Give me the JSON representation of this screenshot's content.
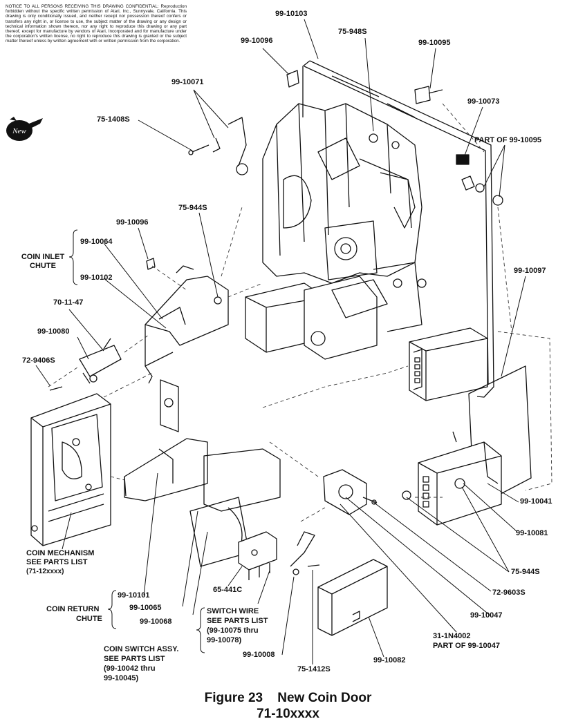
{
  "notice": "NOTICE TO ALL PERSONS RECEIVING THIS DRAWING CONFIDENTIAL: Reproduction forbidden without the specific written permission of Atari, Inc., Sunnyvale, California. This drawing is only conditionally issued, and neither receipt nor possession thereof confers or transfers any right in, or license to use, the subject matter of the drawing or any design or technical information shown thereon, nor any right to reproduce this drawing or any part thereof, except for manufacture by vendors of Atari, Incorporated and for manufacture under the corporation's written license, no right to reproduce this drawing is granted or the subject matter thereof unless by written agreement with or written permission from the corporation.",
  "badge": "New",
  "caption": {
    "figure": "Figure 23",
    "title": "New Coin Door",
    "part_number": "71-10xxxx"
  },
  "labels": {
    "p99_10103": "99-10103",
    "p99_10096_top": "99-10096",
    "p75_948s": "75-948S",
    "p99_10095": "99-10095",
    "p99_10071": "99-10071",
    "p99_10073": "99-10073",
    "p75_1408s": "75-1408S",
    "part_of_99_10095": "PART OF 99-10095",
    "p99_10096_mid": "99-10096",
    "p75_944s_top": "75-944S",
    "coin_inlet_chute": "COIN INLET CHUTE",
    "p99_10064": "99-10064",
    "p99_10102": "99-10102",
    "p70_11_47": "70-11-47",
    "p99_10080": "99-10080",
    "p72_9406s": "72-9406S",
    "p99_10097": "99-10097",
    "p99_10041": "99-10041",
    "p99_10081": "99-10081",
    "coin_mechanism_1": "COIN MECHANISM",
    "coin_mechanism_2": "SEE PARTS LIST",
    "coin_mechanism_3": "(71-12xxxx)",
    "p75_944s_bottom": "75-944S",
    "p72_9603s": "72-9603S",
    "p99_10101": "99-10101",
    "p99_10065": "99-10065",
    "p65_441c": "65-441C",
    "coin_return_1": "COIN RETURN",
    "coin_return_2": "CHUTE",
    "p99_10068": "99-10068",
    "switch_wire_1": "SWITCH WIRE",
    "switch_wire_2": "SEE PARTS LIST",
    "switch_wire_3": "(99-10075 thru",
    "switch_wire_4": "99-10078)",
    "p99_10047": "99-10047",
    "p31_1n4002_1": "31-1N4002",
    "p31_1n4002_2": "PART OF 99-10047",
    "coin_switch_1": "COIN SWITCH ASSY.",
    "coin_switch_2": "SEE PARTS LIST",
    "coin_switch_3": "(99-10042 thru",
    "coin_switch_4": "99-10045)",
    "p99_10008": "99-10008",
    "p75_1412s": "75-1412S",
    "p99_10082": "99-10082"
  }
}
